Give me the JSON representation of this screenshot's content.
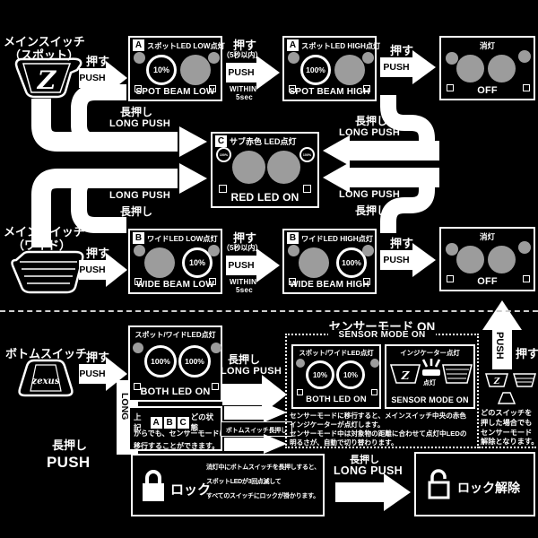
{
  "colors": {
    "bg": "#000000",
    "fg": "#ffffff",
    "gray": "#9c9c9c"
  },
  "spot": {
    "label1": "メインスイッチ",
    "label2": "（スポット）",
    "glyph": "Z"
  },
  "wide": {
    "label1": "メインスイッチ",
    "label2": "（ワイド）"
  },
  "bottomsw": {
    "label": "ボトムスイッチ",
    "brand": "zexus"
  },
  "push": {
    "jp": "押す",
    "en": "PUSH",
    "cond": "（5秒以内）",
    "within1": "WITHIN",
    "within2": "5sec"
  },
  "longpush": {
    "jp": "長押し",
    "en": "LONG PUSH",
    "long": "LONG"
  },
  "boxes": {
    "spot_low": {
      "badge": "A",
      "title": "スポットLED LOW点灯",
      "level": "10%",
      "foot": "SPOT BEAM LOW"
    },
    "spot_high": {
      "badge": "A",
      "title": "スポットLED HIGH点灯",
      "level": "100%",
      "foot": "SPOT BEAM HIGH"
    },
    "wide_low": {
      "badge": "B",
      "title": "ワイドLED LOW点灯",
      "level": "10%",
      "foot": "WIDE BEAM LOW"
    },
    "wide_high": {
      "badge": "B",
      "title": "ワイドLED HIGH点灯",
      "level": "100%",
      "foot": "WIDE BEAM HIGH"
    },
    "red": {
      "badge": "C",
      "title": "サブ赤色 LED点灯",
      "corner": "100%",
      "foot": "RED LED ON"
    },
    "off": {
      "title": "消灯",
      "foot": "OFF"
    },
    "both_100": {
      "title": "スポット/ワイドLED点灯",
      "l": "100%",
      "r": "100%",
      "foot": "BOTH LED ON"
    },
    "both_10": {
      "title": "スポット/ワイドLED点灯",
      "l": "10%",
      "r": "10%",
      "foot": "BOTH LED ON"
    },
    "indicator": {
      "title": "インジケーター点灯",
      "glyph": "Z",
      "lit": "点灯",
      "foot": "SENSOR MODE ON"
    }
  },
  "abc": {
    "pre": "上記",
    "a": "A",
    "b": "B",
    "c": "C",
    "post": "どの状態",
    "line2": "からでも、センサーモードに",
    "line3": "移行することができます。",
    "arrow_label": "ボトムスイッチ長押し"
  },
  "sensor": {
    "title_jp": "センサーモード ON",
    "title_en": "SENSOR MODE ON",
    "desc1": "センサーモードに移行すると、メインスイッチ中央の赤色",
    "desc2": "インジケーターが点灯します。",
    "desc3": "センサーモード中は対象物の距離に合わせて点灯中LEDの",
    "desc4": "明るさが、自動で切り替わります。"
  },
  "exit": {
    "desc1": "どのスイッチを",
    "desc2": "押した場合でも",
    "desc3": "センサーモード",
    "desc4": "解除となります。"
  },
  "lock": {
    "label": "ロック",
    "desc1": "消灯中にボトムスイッチを長押しすると、",
    "desc2": "スポットLEDが3回点滅して",
    "desc3": "すべてのスイッチにロックが掛かります。"
  },
  "unlock": {
    "label": "ロック解除"
  }
}
